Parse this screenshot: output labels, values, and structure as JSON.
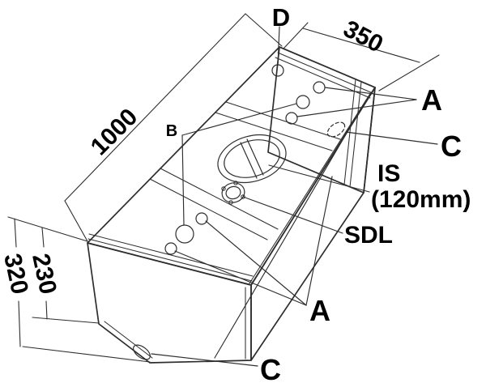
{
  "drawing": {
    "type": "isometric technical drawing of a tank",
    "colors": {
      "background": "#ffffff",
      "line": "#2e2e2e",
      "text": "#000000"
    },
    "dimensions": {
      "length": "1000",
      "end_width": "350",
      "height_total": "320",
      "height_to_chamfer": "230"
    },
    "labels": {
      "d": "D",
      "b": "B",
      "a_top": "A",
      "c_top": "C",
      "is": "IS",
      "is_size": "(120mm)",
      "sdl": "SDL",
      "a_bottom": "A",
      "c_bottom": "C"
    }
  }
}
